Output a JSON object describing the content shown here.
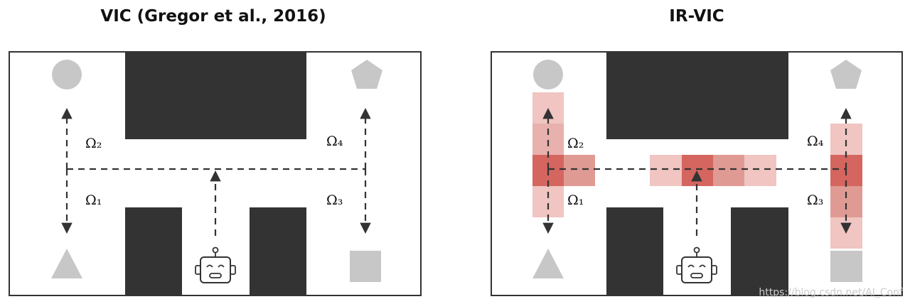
{
  "panels": [
    {
      "title": "VIC (Gregor et al., 2016)",
      "labels": [
        "Ω₁",
        "Ω₂",
        "Ω₃",
        "Ω₄"
      ]
    },
    {
      "title": "IR-VIC",
      "labels": [
        "Ω₁",
        "Ω₂",
        "Ω₃",
        "Ω₄"
      ]
    }
  ],
  "colors": {
    "wall": "#333333",
    "shape": "#c7c7c7",
    "heat_strong": "#d4665f",
    "heat_medium": "#e09a94",
    "heat_light": "#f0c5c2"
  },
  "icons": [
    "circle-goal-icon",
    "pentagon-goal-icon",
    "triangle-goal-icon",
    "square-goal-icon",
    "robot-icon"
  ],
  "watermark": "https://blog.csdn.net/AI_Conf"
}
